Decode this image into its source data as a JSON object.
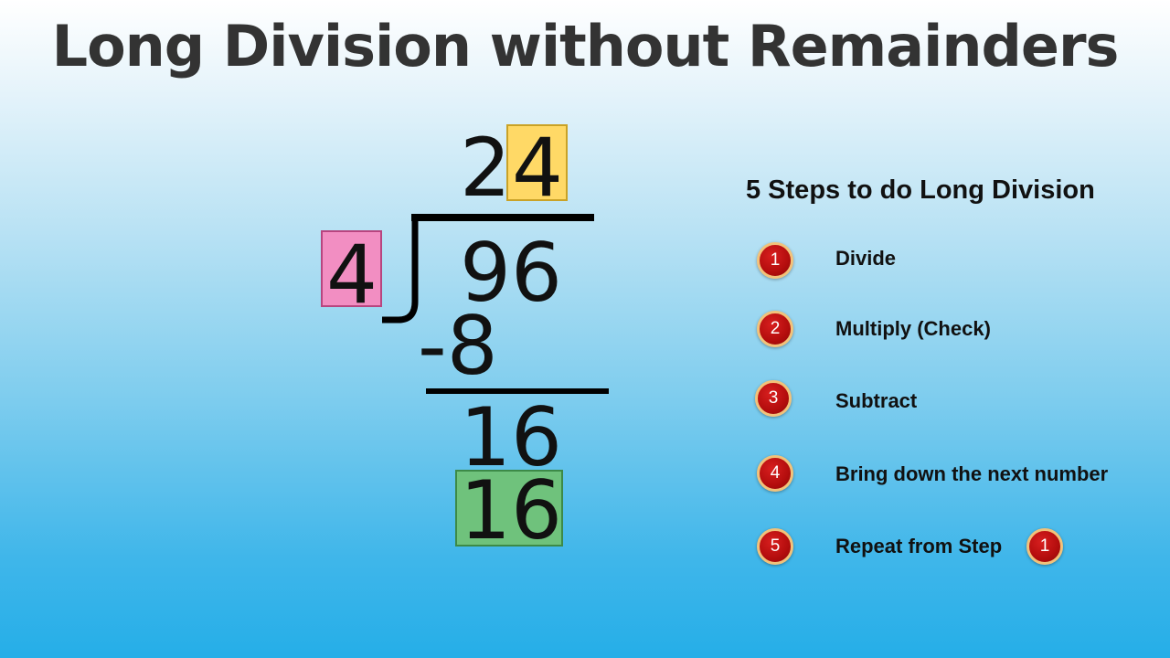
{
  "title": "Long Division without Remainders",
  "division": {
    "quotient_first_digit": "2",
    "quotient_second_digit": "4",
    "divisor": "4",
    "dividend": "96",
    "first_subtraction": "-8",
    "after_bring_down": "16",
    "second_product": "16"
  },
  "steps": {
    "heading": "5 Steps to do Long Division",
    "items": [
      {
        "number": "1",
        "label": "Divide"
      },
      {
        "number": "2",
        "label": "Multiply (Check)"
      },
      {
        "number": "3",
        "label": "Subtract"
      },
      {
        "number": "4",
        "label": "Bring down the next number"
      },
      {
        "number": "5",
        "label": "Repeat from Step",
        "ref": "1"
      }
    ]
  },
  "colors": {
    "quotient_highlight": "#ffd966",
    "divisor_highlight": "#f28ec2",
    "product_highlight": "#6fc27c",
    "badge_red": "#c01414"
  }
}
